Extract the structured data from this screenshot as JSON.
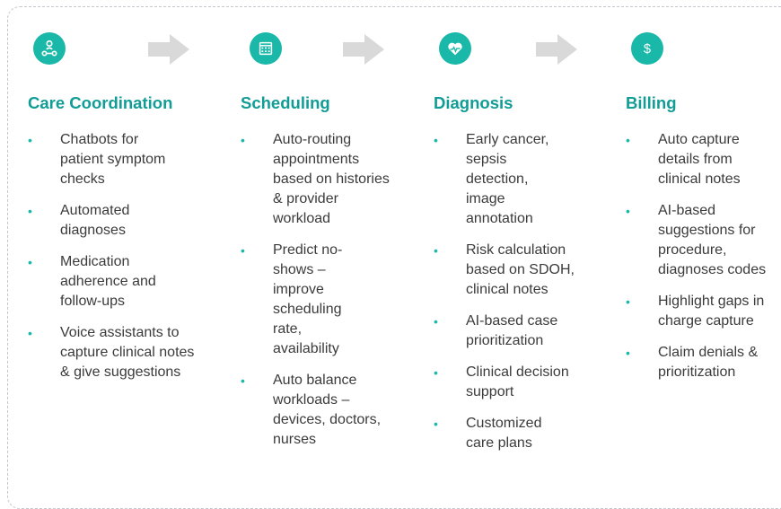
{
  "columns": [
    {
      "icon": "user-network-icon",
      "title": "Care Coordination",
      "items": [
        "Chatbots for patient symptom checks",
        "Automated diagnoses",
        "Medication adherence and follow-ups",
        "Voice assistants to capture clinical notes & give suggestions"
      ]
    },
    {
      "icon": "calendar-icon",
      "title": "Scheduling",
      "items": [
        "Auto-routing appointments based on histories & provider workload",
        "Predict no-shows – improve scheduling rate, availability",
        "Auto balance workloads – devices, doctors, nurses"
      ]
    },
    {
      "icon": "heart-pulse-icon",
      "title": "Diagnosis",
      "items": [
        "Early cancer, sepsis detection, image annotation",
        "Risk calculation based on SDOH, clinical notes",
        "AI-based case prioritization",
        "Clinical decision support",
        "Customized care plans"
      ]
    },
    {
      "icon": "dollar-icon",
      "title": "Billing",
      "items": [
        "Auto capture details from clinical notes",
        "AI-based suggestions for procedure, diagnoses codes",
        "Highlight gaps in charge capture",
        "Claim denials & prioritization"
      ]
    }
  ],
  "colors": {
    "accent": "#1ab8a8",
    "title": "#119c96",
    "arrow": "#d9d9d9",
    "text": "#3b3b3b"
  }
}
